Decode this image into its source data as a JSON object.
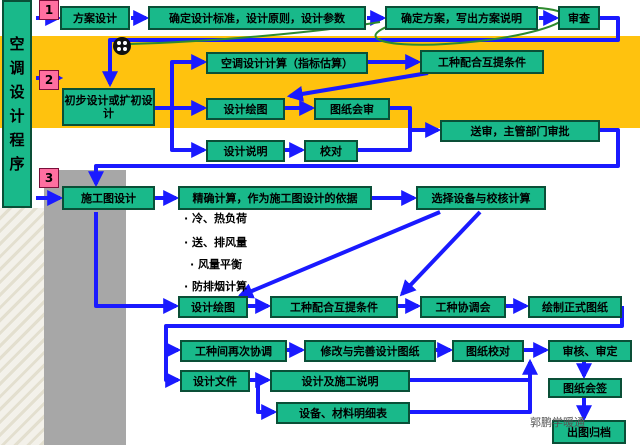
{
  "side_title": [
    "空",
    "调",
    "设",
    "计",
    "程",
    "序"
  ],
  "stages": [
    "1",
    "2",
    "3"
  ],
  "nodes": {
    "scheme_design": "方案设计",
    "define_standards": "确定设计标准，设计原则，设计参数",
    "define_scheme": "确定方案，写出方案说明",
    "review_1": "审查",
    "preliminary_design": "初步设计或扩初设计",
    "ac_calc": "空调设计计算（指标估算）",
    "trade_conditions_1": "工种配合互提条件",
    "design_drawing_1": "设计绘图",
    "drawing_review_1": "图纸会审",
    "design_notes_1": "设计说明",
    "proofread_1": "校对",
    "submit_approval": "送审，主管部门审批",
    "construction_design": "施工图设计",
    "precise_calc": "精确计算，作为施工图设计的依据",
    "equipment_selection": "选择设备与校核计算",
    "design_drawing_2": "设计绘图",
    "trade_conditions_2": "工种配合互提条件",
    "trade_coordination": "工种协调会",
    "formal_drawing": "绘制正式图纸",
    "trade_recoord": "工种间再次协调",
    "revise_drawings": "修改与完善设计图纸",
    "drawing_proofread": "图纸校对",
    "review_approve": "审核、审定",
    "design_files": "设计文件",
    "design_construction_notes": "设计及施工说明",
    "drawing_signoff": "图纸会签",
    "equipment_list": "设备、材料明细表",
    "archive": "出图归档"
  },
  "calc_items": [
    "· 冷、热负荷",
    "· 送、排风量",
    "· 风量平衡",
    "· 防排烟计算"
  ],
  "watermark": "郭鹏学暖通",
  "colors": {
    "box": "#19b98a",
    "arrow": "#1a1aff",
    "band": "#ffc20e",
    "number": "#ff6fa0"
  }
}
